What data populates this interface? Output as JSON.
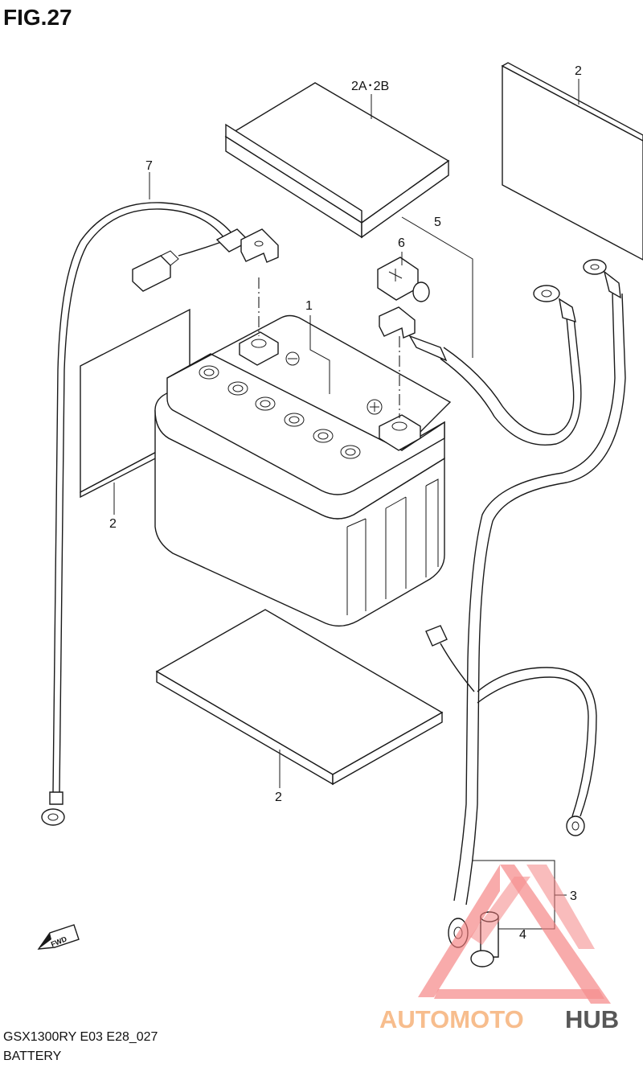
{
  "figure": {
    "title": "FIG.27",
    "model_code": "GSX1300RY E03 E28_027",
    "caption": "BATTERY"
  },
  "callouts": [
    {
      "id": "c1",
      "label": "1"
    },
    {
      "id": "c2a2b",
      "label": "2A･2B"
    },
    {
      "id": "c2_top",
      "label": "2"
    },
    {
      "id": "c2_left",
      "label": "2"
    },
    {
      "id": "c2_bottom",
      "label": "2"
    },
    {
      "id": "c3",
      "label": "3"
    },
    {
      "id": "c4",
      "label": "4"
    },
    {
      "id": "c5",
      "label": "5"
    },
    {
      "id": "c6",
      "label": "6"
    },
    {
      "id": "c7",
      "label": "7"
    }
  ],
  "fwd_badge": "FWD",
  "watermark": {
    "part1": "AUTOMOTO",
    "part2": "HUB",
    "color_primary": "#f47c7c",
    "color_secondary": "#333333"
  }
}
